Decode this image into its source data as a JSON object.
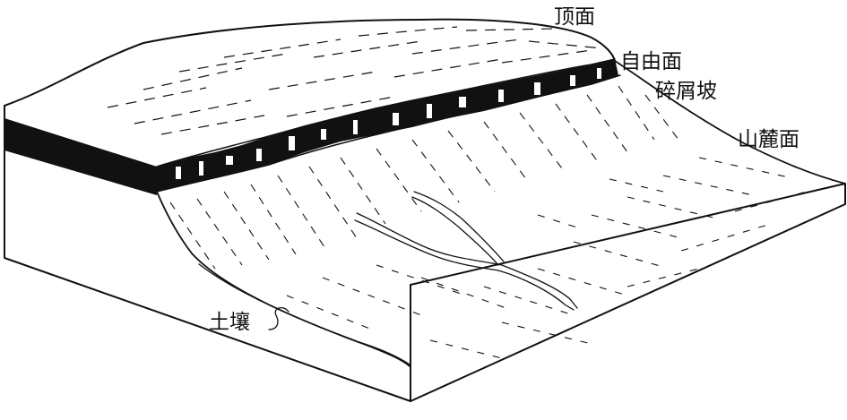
{
  "labels": {
    "top_surface": "顶面",
    "free_face": "自由面",
    "debris_slope": "碎屑坡",
    "pediment": "山麓面",
    "soil": "土壤"
  },
  "colors": {
    "ink": "#111111",
    "background": "#ffffff",
    "caprock": "#111111"
  }
}
